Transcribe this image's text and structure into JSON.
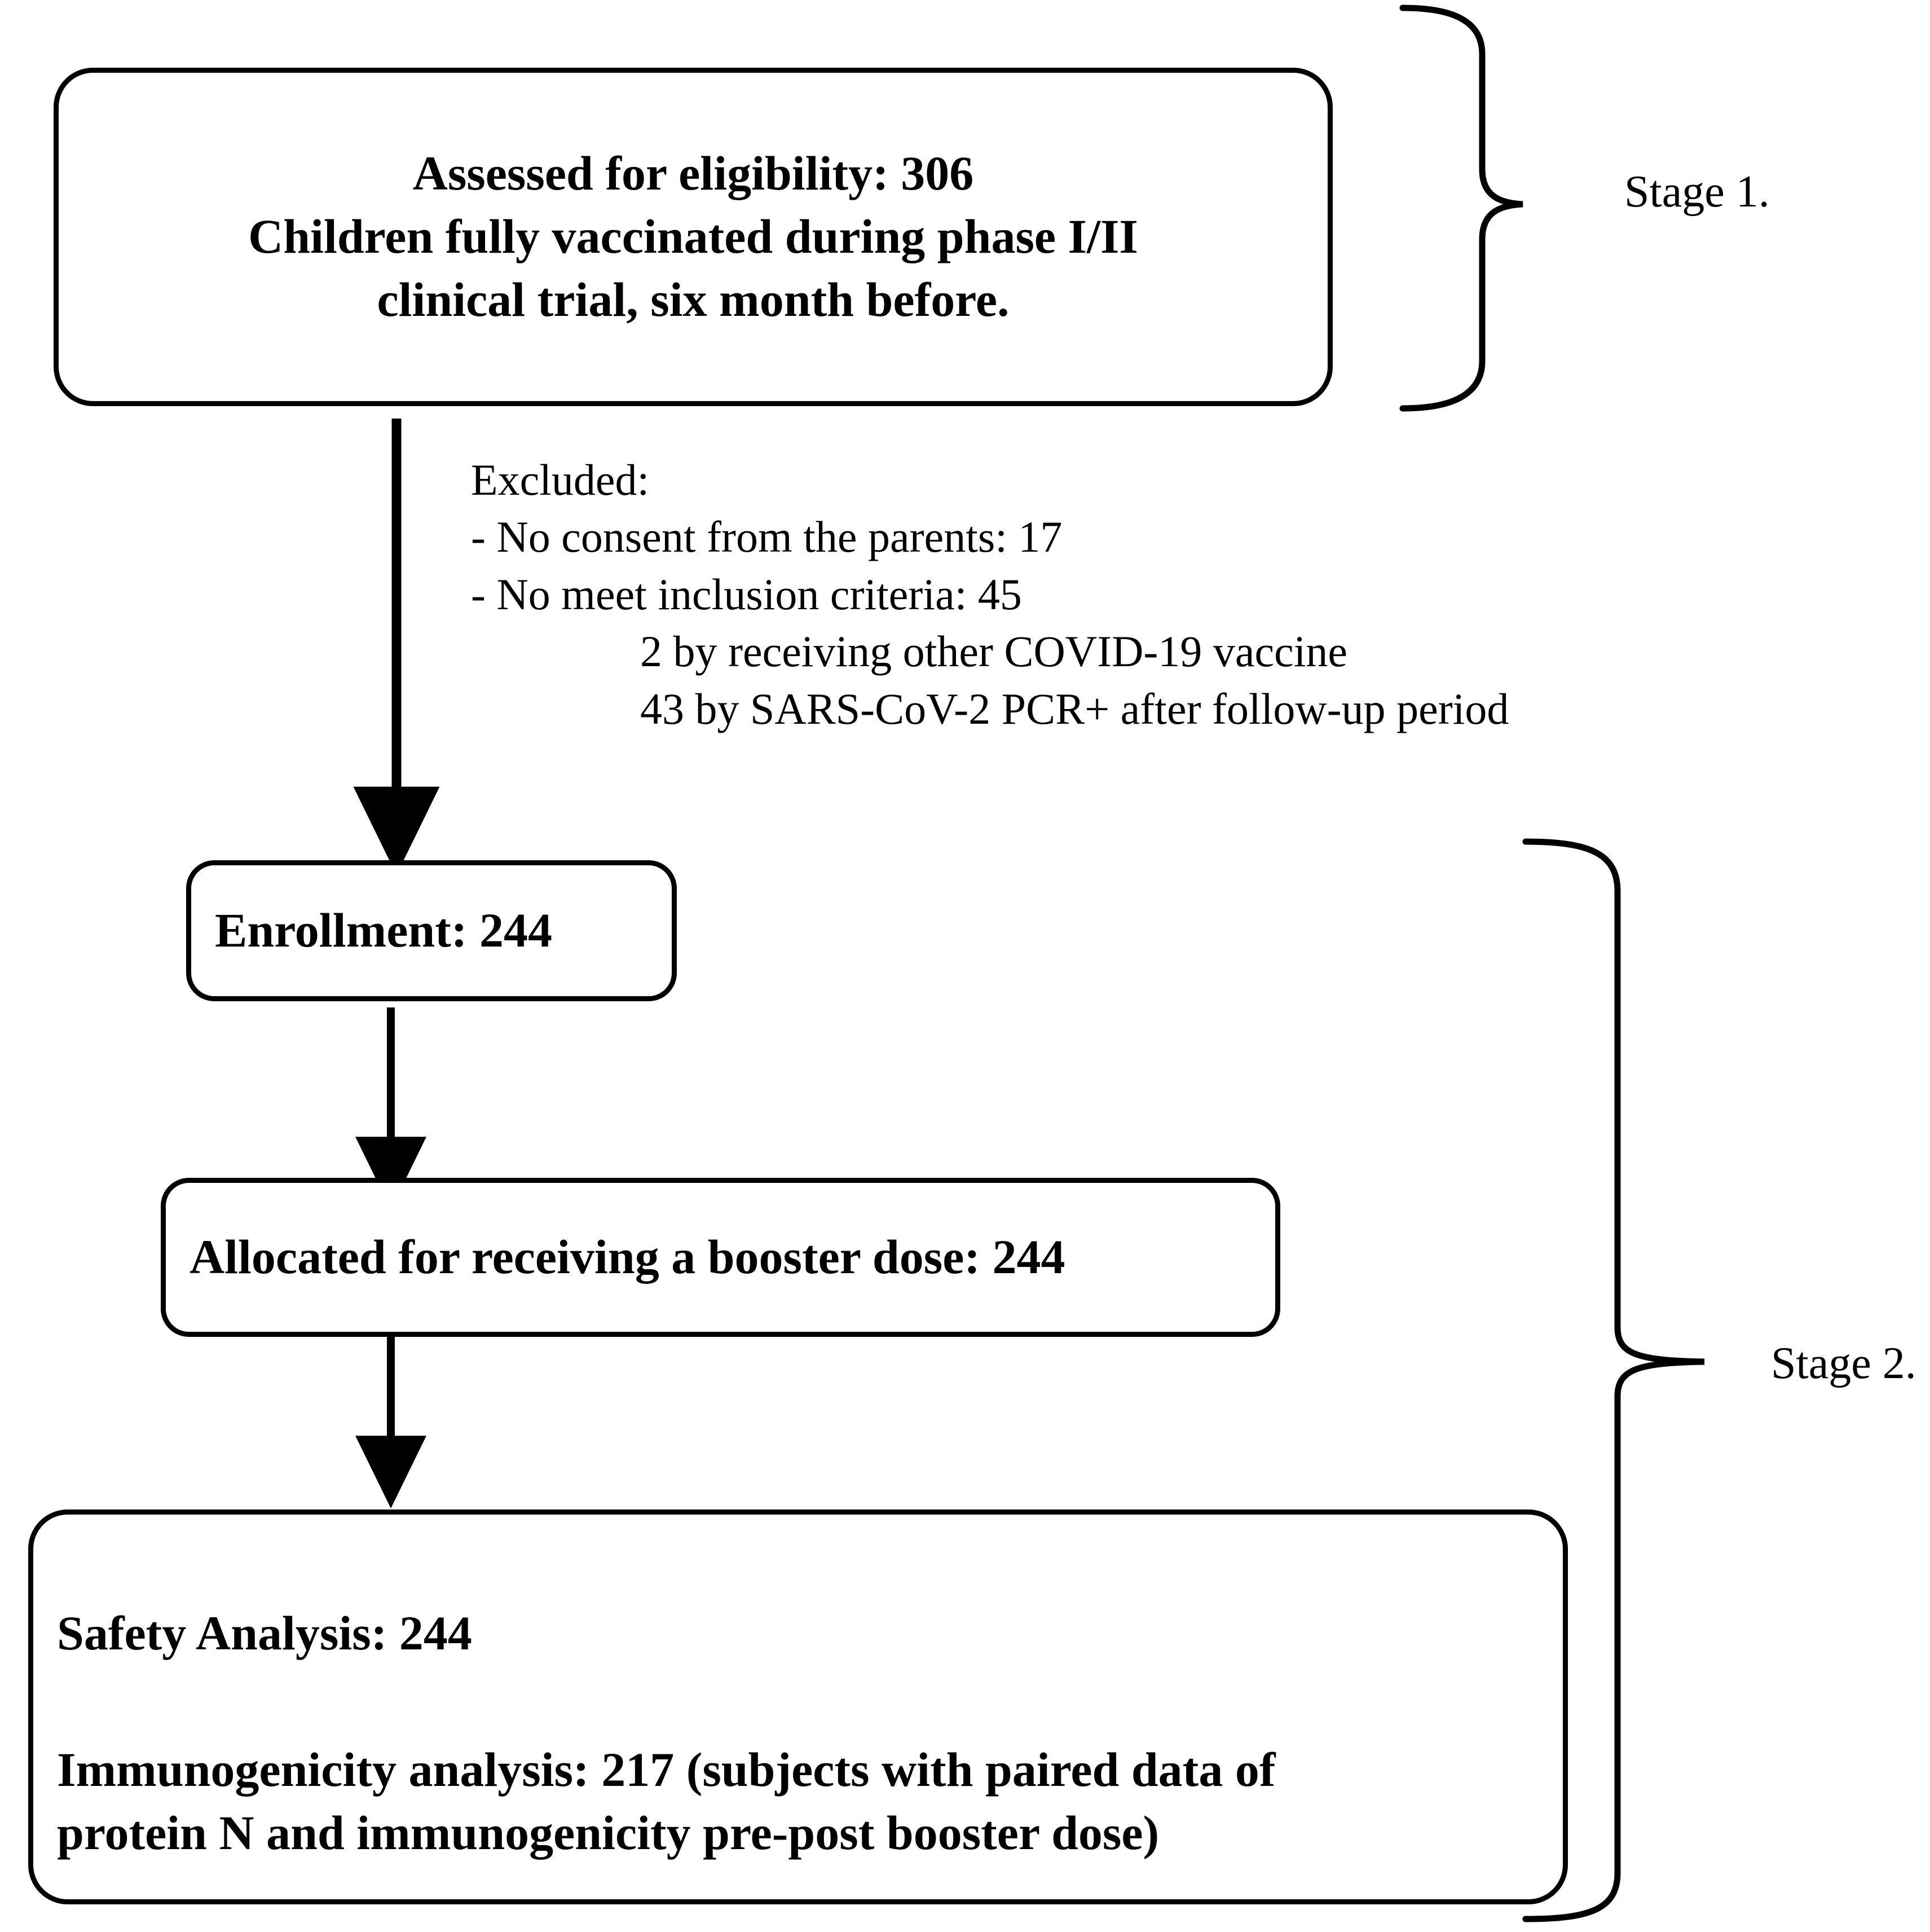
{
  "diagram": {
    "title": "CONSORT-style participant flow diagram",
    "boxes": {
      "assessed": {
        "lines": [
          "Assessed for eligibility: 306",
          "Children fully vaccinated during phase I/II",
          "clinical trial, six month before."
        ]
      },
      "enrollment": {
        "lines": [
          "Enrollment: 244"
        ]
      },
      "allocated": {
        "lines": [
          "Allocated for receiving a booster dose: 244"
        ]
      },
      "analysis": {
        "safety": "Safety Analysis: 244",
        "immunogenicity_line1": "Immunogenicity analysis: 217 (subjects with paired data of",
        "immunogenicity_line2": "protein N and immunogenicity pre-post booster dose)"
      }
    },
    "excluded": {
      "heading": "Excluded:",
      "item1": "- No consent from the parents: 17",
      "item2": "- No meet inclusion criteria: 45",
      "sub1": "2 by receiving other COVID-19 vaccine",
      "sub2": "43 by SARS-CoV-2 PCR+ after follow-up period"
    },
    "stages": {
      "stage1": "Stage 1.",
      "stage2": "Stage 2."
    },
    "colors": {
      "stroke": "#000000",
      "background": "#ffffff",
      "text": "#000000"
    },
    "counts": {
      "assessed_for_eligibility": 306,
      "no_consent_from_parents": 17,
      "no_meet_inclusion_criteria": 45,
      "other_covid19_vaccine": 2,
      "sars_cov_2_pcr_positive": 43,
      "enrollment": 244,
      "allocated_booster_dose": 244,
      "safety_analysis": 244,
      "immunogenicity_analysis": 217
    }
  }
}
